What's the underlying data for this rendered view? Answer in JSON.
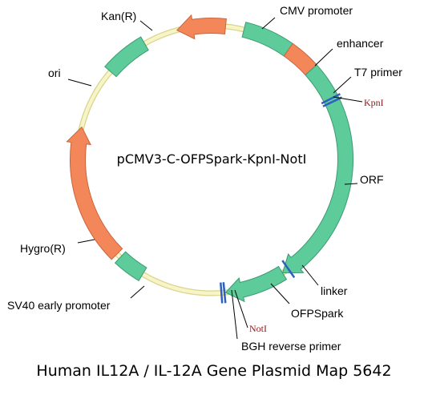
{
  "plasmid": {
    "name": "pCMV3-C-OFPSpark-KpnI-NotI",
    "caption": "Human IL12A / IL-12A Gene Plasmid Map 5642"
  },
  "features": [
    {
      "name": "Kan(R)",
      "type": "resistance"
    },
    {
      "name": "CMV promoter",
      "type": "promoter"
    },
    {
      "name": "enhancer",
      "type": "enhancer"
    },
    {
      "name": "T7 primer",
      "type": "primer"
    },
    {
      "name": "ORF",
      "type": "cds"
    },
    {
      "name": "linker",
      "type": "linker"
    },
    {
      "name": "OFPSpark",
      "type": "tag"
    },
    {
      "name": "BGH reverse primer",
      "type": "primer"
    },
    {
      "name": "SV40 early promoter",
      "type": "promoter"
    },
    {
      "name": "Hygro(R)",
      "type": "resistance"
    },
    {
      "name": "ori",
      "type": "origin"
    }
  ],
  "sites": [
    {
      "name": "KpnI"
    },
    {
      "name": "NotI"
    }
  ],
  "colors": {
    "backbone": "#f3f0b8",
    "backbone_edge": "#d9d48a",
    "green_feature": "#5ecb9b",
    "green_edge": "#3c9b72",
    "orange_feature": "#f4875a",
    "orange_edge": "#c9653b",
    "site_mark": "#2f5fbf",
    "site_text": "#8b1a1a"
  }
}
